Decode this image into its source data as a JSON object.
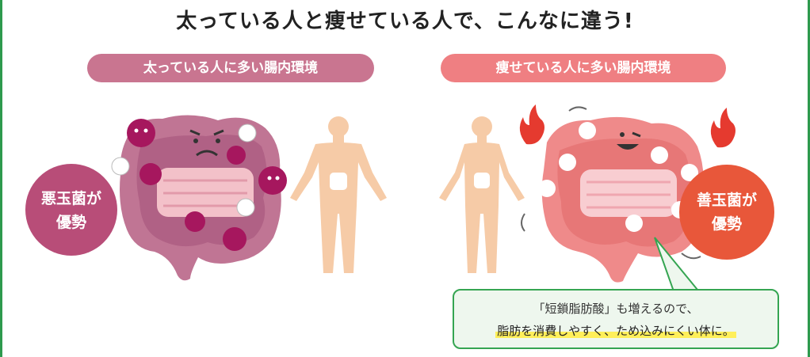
{
  "title": "太っている人と痩せている人で、こんなに違う!",
  "left_panel": {
    "label": "太っている人に多い腸内環境",
    "badge_line1": "悪玉菌が",
    "badge_line2": "優勢",
    "color": "#c97590",
    "badge_color": "#b84d78"
  },
  "right_panel": {
    "label": "痩せている人に多い腸内環境",
    "badge_line1": "善玉菌が",
    "badge_line2": "優勢",
    "color": "#ef7f82",
    "badge_color": "#e8573a"
  },
  "callout": {
    "line1": "「短鎖脂肪酸」も増えるので、",
    "line2": "脂肪を消費しやすく、ため込みにくい体に。"
  },
  "colors": {
    "frame": "#2e9a4e",
    "flame": "#e53a2f",
    "body": "#f6cba7"
  }
}
